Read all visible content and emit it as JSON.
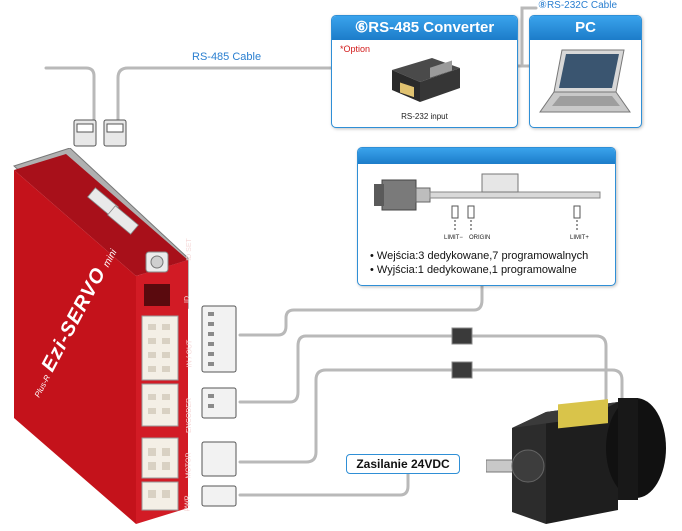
{
  "converter": {
    "title": "⑥RS-485 Converter",
    "option_note": "*Option",
    "input_label": "RS-232 input"
  },
  "pc": {
    "title": "PC",
    "cable_label": "⑧RS-232C Cable"
  },
  "rs485_cable_label": "RS-485 Cable",
  "driver": {
    "brand": "Ezi-SERVO",
    "brand_suffix": "mini",
    "brand_prefix": "Plus-R",
    "ports": [
      "ID SET",
      "ID",
      "IN / OUT",
      "ENCODER",
      "MOTOR",
      "PWR"
    ]
  },
  "io_panel": {
    "limit_minus": "LIMIT−",
    "origin": "ORIGIN",
    "limit_plus": "LIMIT+",
    "features": [
      "Wejścia:3 dedykowane,7 programowalnych",
      "Wyjścia:1 dedykowane,1 programowalne"
    ]
  },
  "power_label": "Zasilanie 24VDC",
  "colors": {
    "driver_red": "#c4121b",
    "panel_blue": "#2f8fd6"
  }
}
